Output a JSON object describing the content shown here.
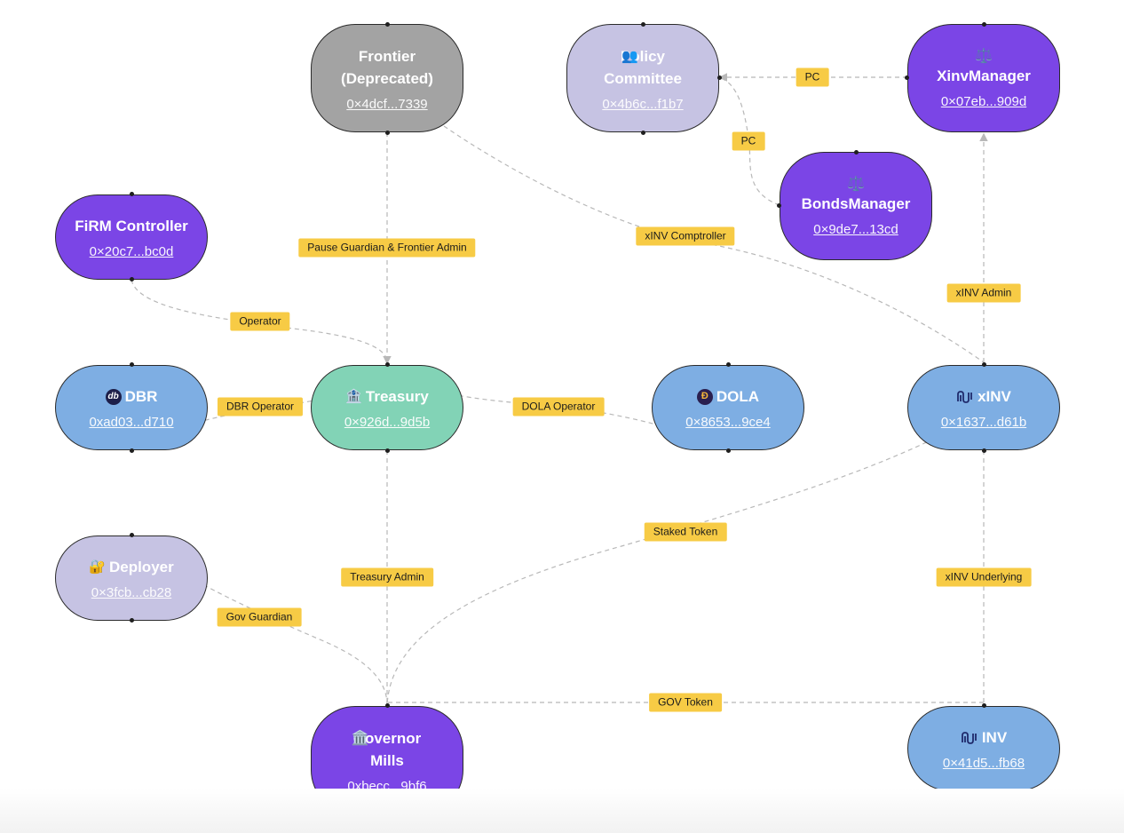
{
  "nodes": {
    "frontier": {
      "title": "Frontier\n(Deprecated)",
      "address": "0×4dcf...7339"
    },
    "policy": {
      "title": "Policy\nCommittee",
      "icon": "people-icon",
      "address": "0×4b6c...f1b7"
    },
    "xinvmanager": {
      "title": "XinvManager",
      "icon": "scales-icon",
      "address": "0×07eb...909d"
    },
    "bondsmanager": {
      "title": "BondsManager",
      "icon": "scales-icon",
      "address": "0×9de7...13cd"
    },
    "firm": {
      "title": "FiRM Controller",
      "address": "0×20c7...bc0d"
    },
    "dbr": {
      "title": "DBR",
      "icon": "dbr-icon",
      "address": "0xad03...d710"
    },
    "treasury": {
      "title": "Treasury",
      "icon": "bank-icon",
      "address": "0×926d...9d5b"
    },
    "dola": {
      "title": "DOLA",
      "icon": "dola-icon",
      "address": "0×8653...9ce4"
    },
    "xinv": {
      "title": "xINV",
      "icon": "inv-icon",
      "address": "0×1637...d61b"
    },
    "deployer": {
      "title": "Deployer",
      "icon": "lock-key-icon",
      "address": "0×3fcb...cb28"
    },
    "governor": {
      "title": "Governor\nMills",
      "icon": "classical-building-icon",
      "address": "0xbecc...9bf6"
    },
    "inv": {
      "title": "INV",
      "icon": "inv-icon",
      "address": "0×41d5...fb68"
    }
  },
  "edge_labels": {
    "pc1": "PC",
    "pc2": "PC",
    "pause_guardian": "Pause Guardian & Frontier Admin",
    "xinv_comptroller": "xINV Comptroller",
    "xinv_admin": "xINV Admin",
    "operator": "Operator",
    "dbr_operator": "DBR Operator",
    "dola_operator": "DOLA Operator",
    "staked_token": "Staked Token",
    "treasury_admin": "Treasury Admin",
    "xinv_underlying": "xINV Underlying",
    "gov_guardian": "Gov Guardian",
    "gov_token": "GOV Token"
  },
  "colors": {
    "purple": "#7b45e6",
    "gray": "#a3a3a3",
    "lavender": "#c6c3e3",
    "blue": "#7eaee3",
    "green": "#82d3b6",
    "label": "#f7cb45",
    "edge": "#b8b8b8"
  }
}
